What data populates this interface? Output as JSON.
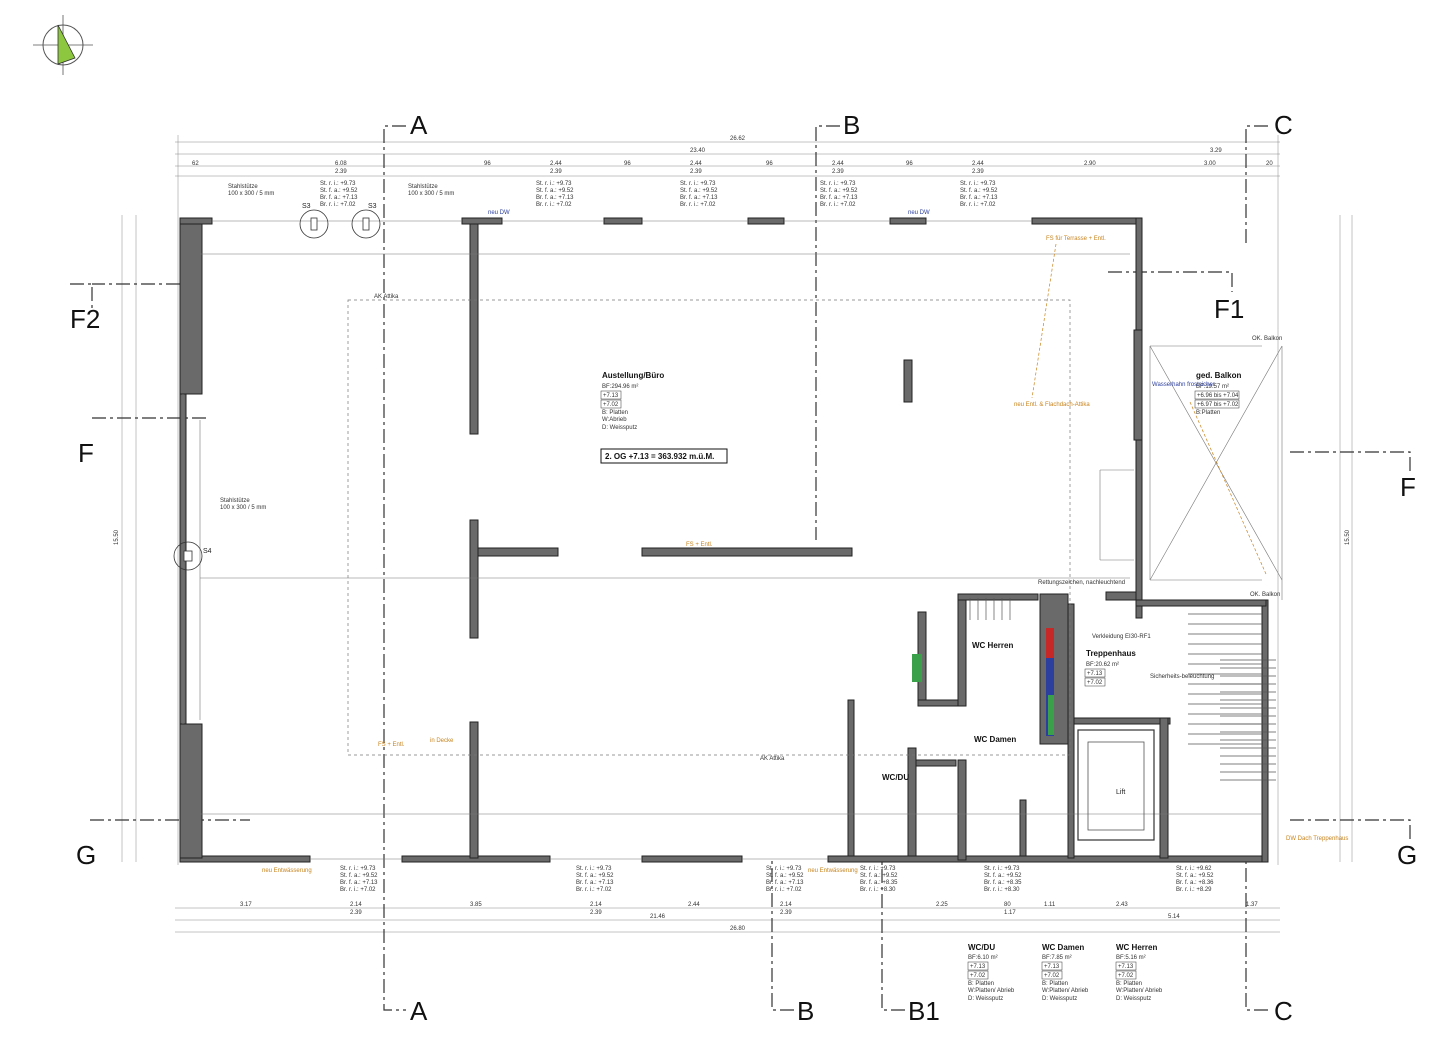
{
  "section_marks": {
    "A_top": "A",
    "B_top": "B",
    "C_top": "C",
    "A_bottom": "A",
    "B_bottom": "B",
    "B1_bottom": "B1",
    "C_bottom": "C",
    "F2": "F2",
    "F_left": "F",
    "F_right": "F",
    "F1": "F1",
    "G_left": "G",
    "G_right": "G"
  },
  "overall_dims": {
    "top_total": "26.62",
    "top_sub": "23.40",
    "top_right": "3.29",
    "bottom_total": "26.80",
    "bottom_sub": "21.46",
    "bottom_right": "5.14",
    "left_height": "15.50",
    "right_height": "15.50"
  },
  "top_dims": [
    "62",
    "6.08",
    "2.39",
    "96",
    "2.44",
    "2.39",
    "96",
    "2.44",
    "2.39",
    "96",
    "2.44",
    "2.39",
    "96",
    "2.44",
    "2.39",
    "2.90",
    "3.00",
    "20"
  ],
  "bottom_dims": [
    "3.17",
    "2.14",
    "2.39",
    "3.85",
    "2.14",
    "2.39",
    "2.44",
    "2.14",
    "2.39",
    "2.25",
    "80",
    "1.17",
    "1.11",
    "2.43",
    "1.37"
  ],
  "sill_heights": {
    "a": [
      "St. r. i.: +9.73",
      "St. f. a.: +9.52",
      "Br. f. a.: +7.13",
      "Br. r. i.: +7.02"
    ],
    "b": [
      "St. r. i.: +9.73",
      "St. f. a.: +9.52",
      "Br. f. a.: +8.35",
      "Br. r. i.: +8.30"
    ],
    "c": [
      "St. r. i.: +9.62",
      "St. f. a.: +9.52",
      "Br. f. a.: +8.36",
      "Br. r. i.: +8.29"
    ]
  },
  "columns": {
    "s3_label": "S3",
    "s4_label": "S4",
    "stahlstuetze": "Stahlstütze",
    "stahlstuetze_dim": "100 x 300 / 5 mm"
  },
  "rooms": {
    "main": {
      "name": "Austellung/Büro",
      "bf": "BF:294.96 m²",
      "h1": "+7.13",
      "h2": "+7.02",
      "b": "B: Platten",
      "w": "W:Abrieb",
      "d": "D: Weissputz"
    },
    "level": "2. OG +7.13 = 363.932 m.ü.M.",
    "balkon": {
      "name": "ged. Balkon",
      "bf": "BF:19.57 m²",
      "h1": "+6.96 bis +7.04",
      "h2": "+6.97 bis +7.02",
      "b": "B:Platten"
    },
    "treppenhaus": {
      "name": "Treppenhaus",
      "bf": "BF:20.62 m²",
      "h1": "+7.13",
      "h2": "+7.02"
    },
    "wc_herren": "WC Herren",
    "wc_damen": "WC Damen",
    "wc_du": "WC/DU",
    "lift": "Lift"
  },
  "annotations": {
    "ak_attika": "AK Attika",
    "neu_dw": "neu DW",
    "fs_terrasse": "FS für Terrasse + Entl.",
    "fs_entl": "FS + Entl.",
    "fs_entl2": "FS + Entl.",
    "neu_entl_flachdach": "neu Entl. & Flachdach-Attika",
    "in_decke": "in Decke",
    "wasserhahn": "Wasserhahn frostsicher",
    "rettung": "Rettungszeichen, nachleuchtend",
    "verkleidung": "Verkleidung EI30-RF1",
    "sicherheitsbel": "Sicherheits-beleuchtung",
    "neu_entwaesserung": "neu Entwässerung",
    "dw_dach": "DW Dach Treppenhaus",
    "ok_balkon": "OK. Balkon"
  },
  "legend": [
    {
      "name": "WC/DU",
      "bf": "BF:6.10 m²",
      "h1": "+7.13",
      "h2": "+7.02",
      "b": "B: Platten",
      "w": "W:Platten/ Abrieb",
      "d": "D: Weissputz"
    },
    {
      "name": "WC Damen",
      "bf": "BF:7.85 m²",
      "h1": "+7.13",
      "h2": "+7.02",
      "b": "B: Platten",
      "w": "W:Platten/ Abrieb",
      "d": "D: Weissputz"
    },
    {
      "name": "WC Herren",
      "bf": "BF:5.16 m²",
      "h1": "+7.13",
      "h2": "+7.02",
      "b": "B: Platten",
      "w": "W:Platten/ Abrieb",
      "d": "D: Weissputz"
    }
  ],
  "colors": {
    "wall": "#6a6a6a",
    "north_arrow": "#8dc63f",
    "annotation": "#c8841e",
    "service": "#2c3f9e"
  }
}
